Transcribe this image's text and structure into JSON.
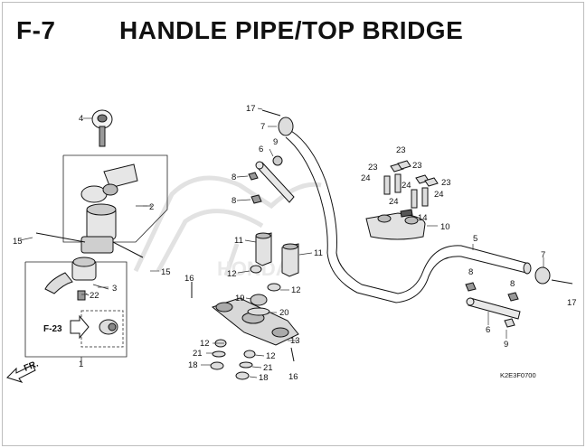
{
  "header": {
    "figure_code": "F-7",
    "title": "HANDLE PIPE/TOP BRIDGE"
  },
  "diagram_code": "K2E3F0700",
  "watermark": "HONDA",
  "ref_box": {
    "label": "F-23"
  },
  "direction": {
    "label": "FR."
  },
  "callouts": [
    "1",
    "2",
    "3",
    "4",
    "5",
    "6",
    "7",
    "8",
    "9",
    "10",
    "11",
    "12",
    "13",
    "14",
    "15",
    "16",
    "17",
    "18",
    "19",
    "20",
    "21",
    "22",
    "23",
    "24"
  ]
}
